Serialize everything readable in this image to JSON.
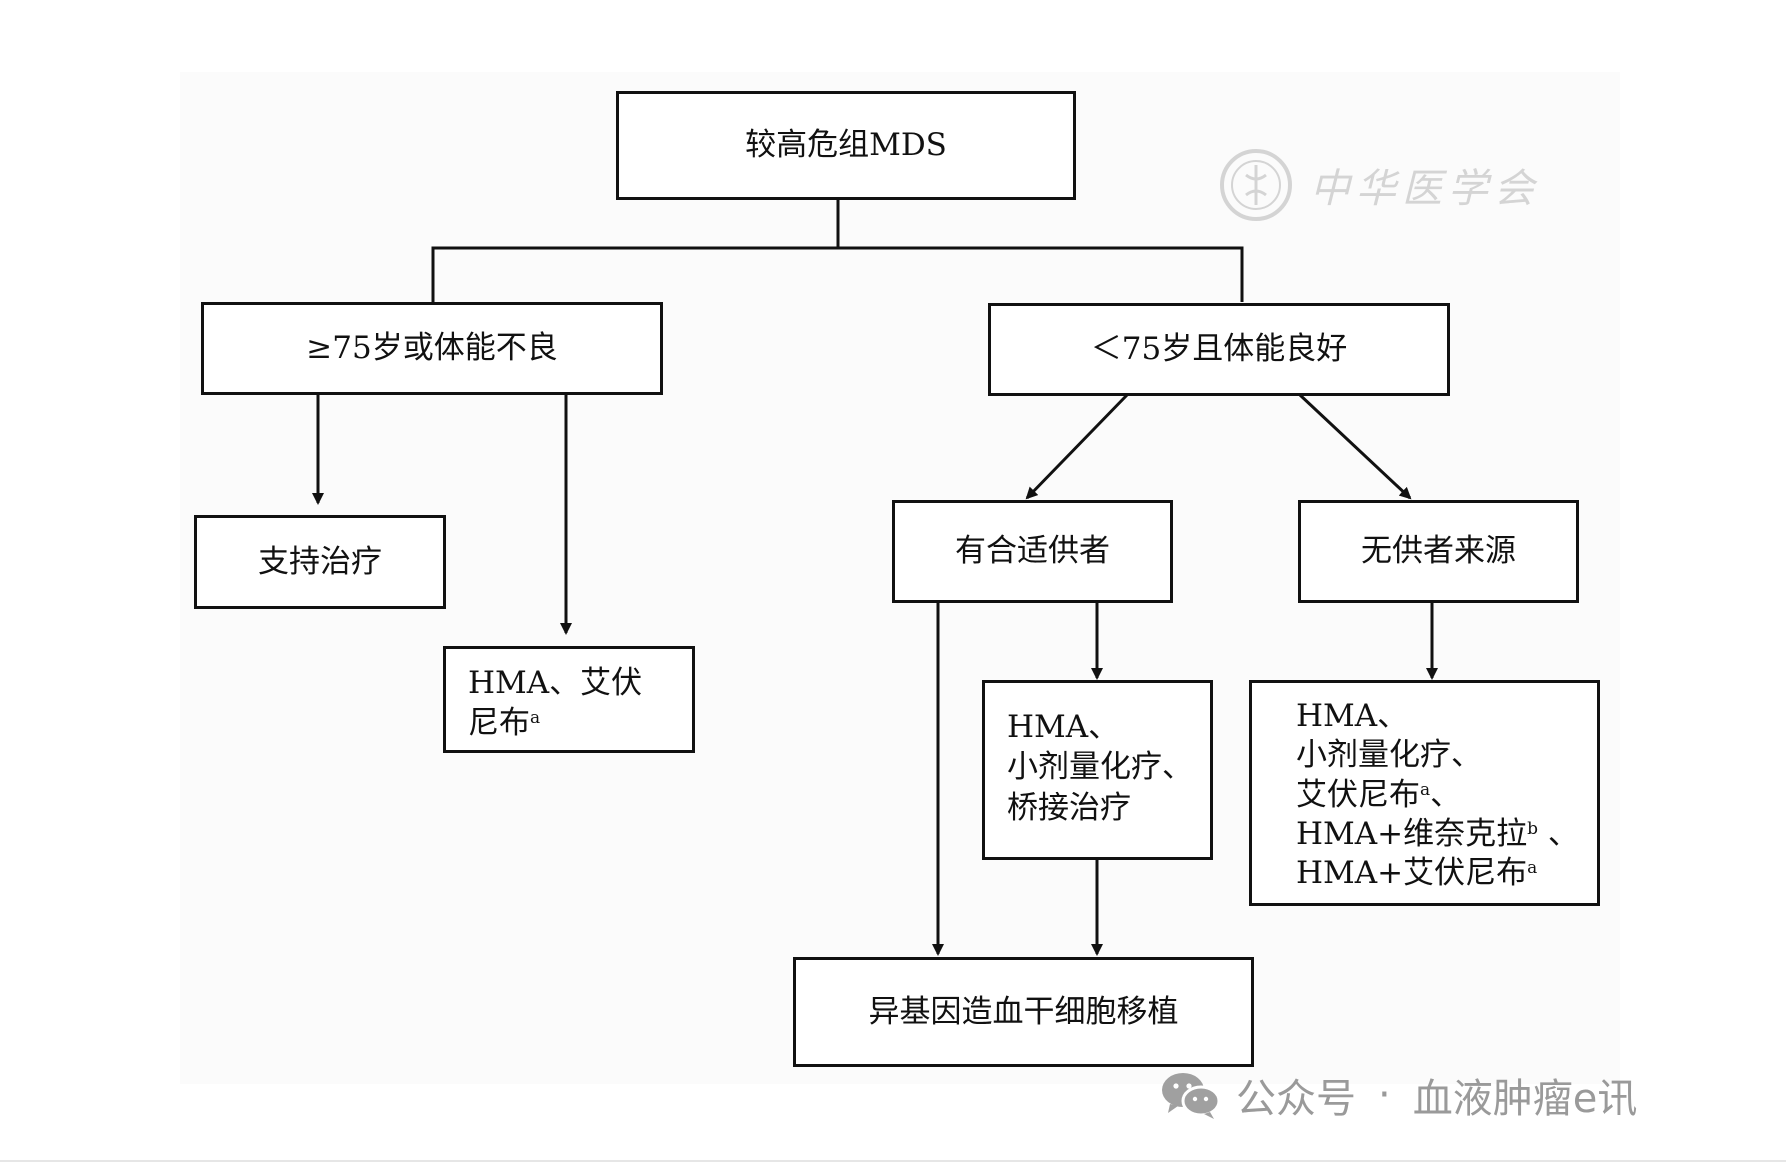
{
  "nodes": {
    "root": "较高危组MDS",
    "old_unfit": "≥75岁或体能不良",
    "young_fit": "＜75岁且体能良好",
    "supportive": "支持治疗",
    "hma_ven_old": {
      "line1": "HMA、艾伏",
      "line2": "尼布",
      "sup": "a"
    },
    "has_donor": "有合适供者",
    "no_donor": "无供者来源",
    "bridge": {
      "line1": "HMA、",
      "line2": "小剂量化疗、",
      "line3": "桥接治疗"
    },
    "no_donor_options": {
      "line1": "HMA、",
      "line2": "小剂量化疗、",
      "line3": "艾伏尼布",
      "line3_sup": "a",
      "line3_tail": "、",
      "line4": "HMA+维奈克拉",
      "line4_sup": "b",
      "line4_tail": " 、",
      "line5": "HMA+艾伏尼布",
      "line5_sup": "a"
    },
    "transplant": "异基因造血干细胞移植"
  },
  "watermark": {
    "text": "中华医学会",
    "icon": "chinese-medical-association-seal-icon"
  },
  "footer": {
    "icon": "wechat-icon",
    "label": "公众号",
    "separator": "·",
    "account": "血液肿瘤e讯"
  },
  "colors": {
    "stroke": "#111111",
    "paper": "#fbfbfb",
    "watermark": "#c8c8c8",
    "footer_text": "#9a9a9a"
  }
}
